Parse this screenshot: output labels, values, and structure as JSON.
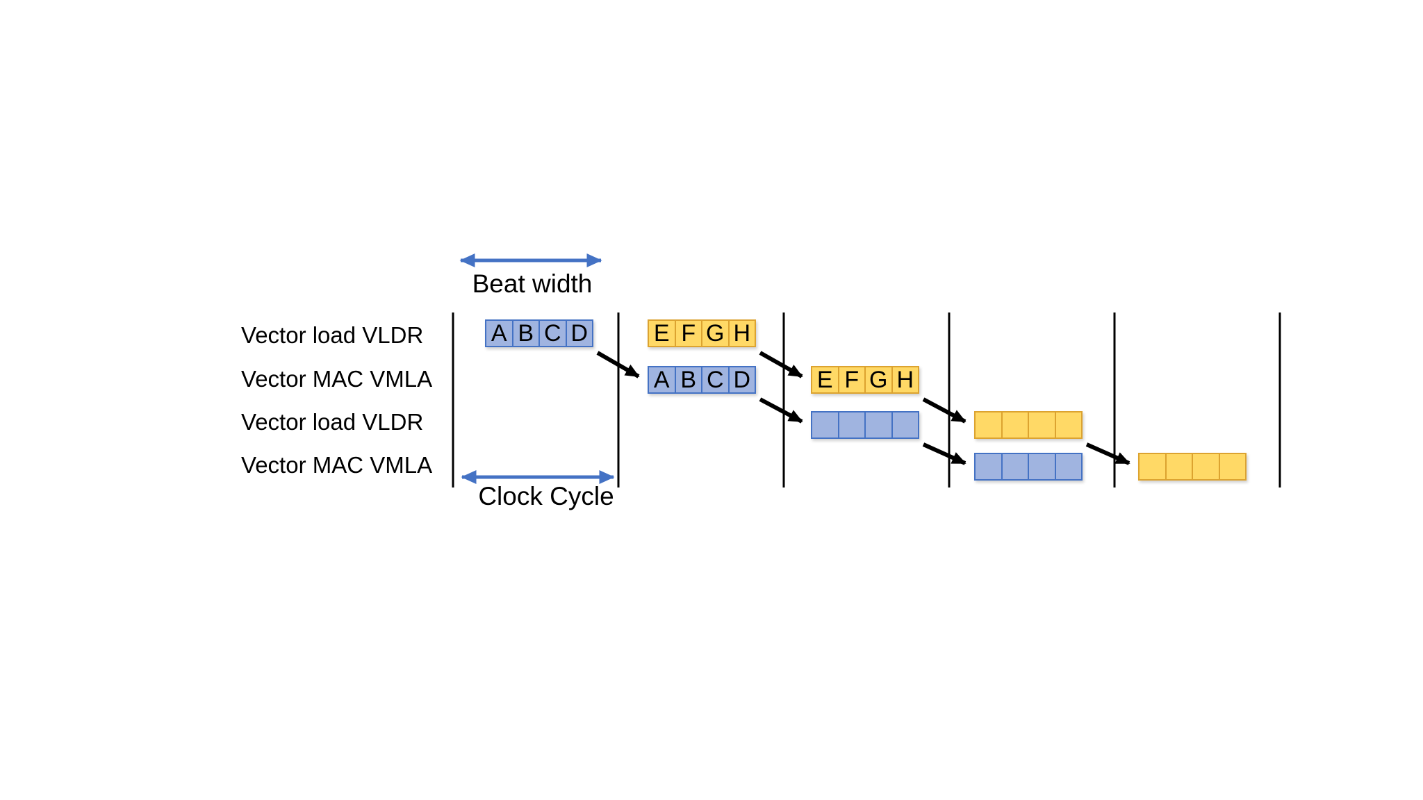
{
  "diagram": {
    "type": "pipeline-timing",
    "row_labels": [
      "Vector load VLDR",
      "Vector MAC VMLA",
      "Vector load VLDR",
      "Vector MAC VMLA"
    ],
    "annotations": {
      "beat_width": "Beat width",
      "clock_cycle": "Clock Cycle"
    },
    "cycles": 5,
    "cycle_boundaries": 6,
    "boxes": [
      {
        "row": 0,
        "cycle": 0,
        "color": "blue",
        "cells": [
          "A",
          "B",
          "C",
          "D"
        ]
      },
      {
        "row": 0,
        "cycle": 1,
        "color": "yellow",
        "cells": [
          "E",
          "F",
          "G",
          "H"
        ]
      },
      {
        "row": 1,
        "cycle": 1,
        "color": "blue",
        "cells": [
          "A",
          "B",
          "C",
          "D"
        ]
      },
      {
        "row": 1,
        "cycle": 2,
        "color": "yellow",
        "cells": [
          "E",
          "F",
          "G",
          "H"
        ]
      },
      {
        "row": 2,
        "cycle": 2,
        "color": "blue",
        "cells": [
          "",
          "",
          "",
          ""
        ]
      },
      {
        "row": 2,
        "cycle": 3,
        "color": "yellow",
        "cells": [
          "",
          "",
          "",
          ""
        ]
      },
      {
        "row": 3,
        "cycle": 3,
        "color": "blue",
        "cells": [
          "",
          "",
          "",
          ""
        ]
      },
      {
        "row": 3,
        "cycle": 4,
        "color": "yellow",
        "cells": [
          "",
          "",
          "",
          ""
        ]
      }
    ],
    "dependency_arrows": [
      [
        0,
        2
      ],
      [
        1,
        3
      ],
      [
        2,
        4
      ],
      [
        3,
        5
      ],
      [
        4,
        6
      ],
      [
        5,
        7
      ]
    ]
  },
  "colors": {
    "background": "#FFFFFF",
    "text": "#000000",
    "blue_fill": "#A0B4E0",
    "blue_border": "#4472C4",
    "yellow_fill": "#FFD966",
    "yellow_border": "#DCA330",
    "annotation_arrow": "#4472C4",
    "dependency_arrow": "#000000",
    "boundary_line": "#000000"
  }
}
